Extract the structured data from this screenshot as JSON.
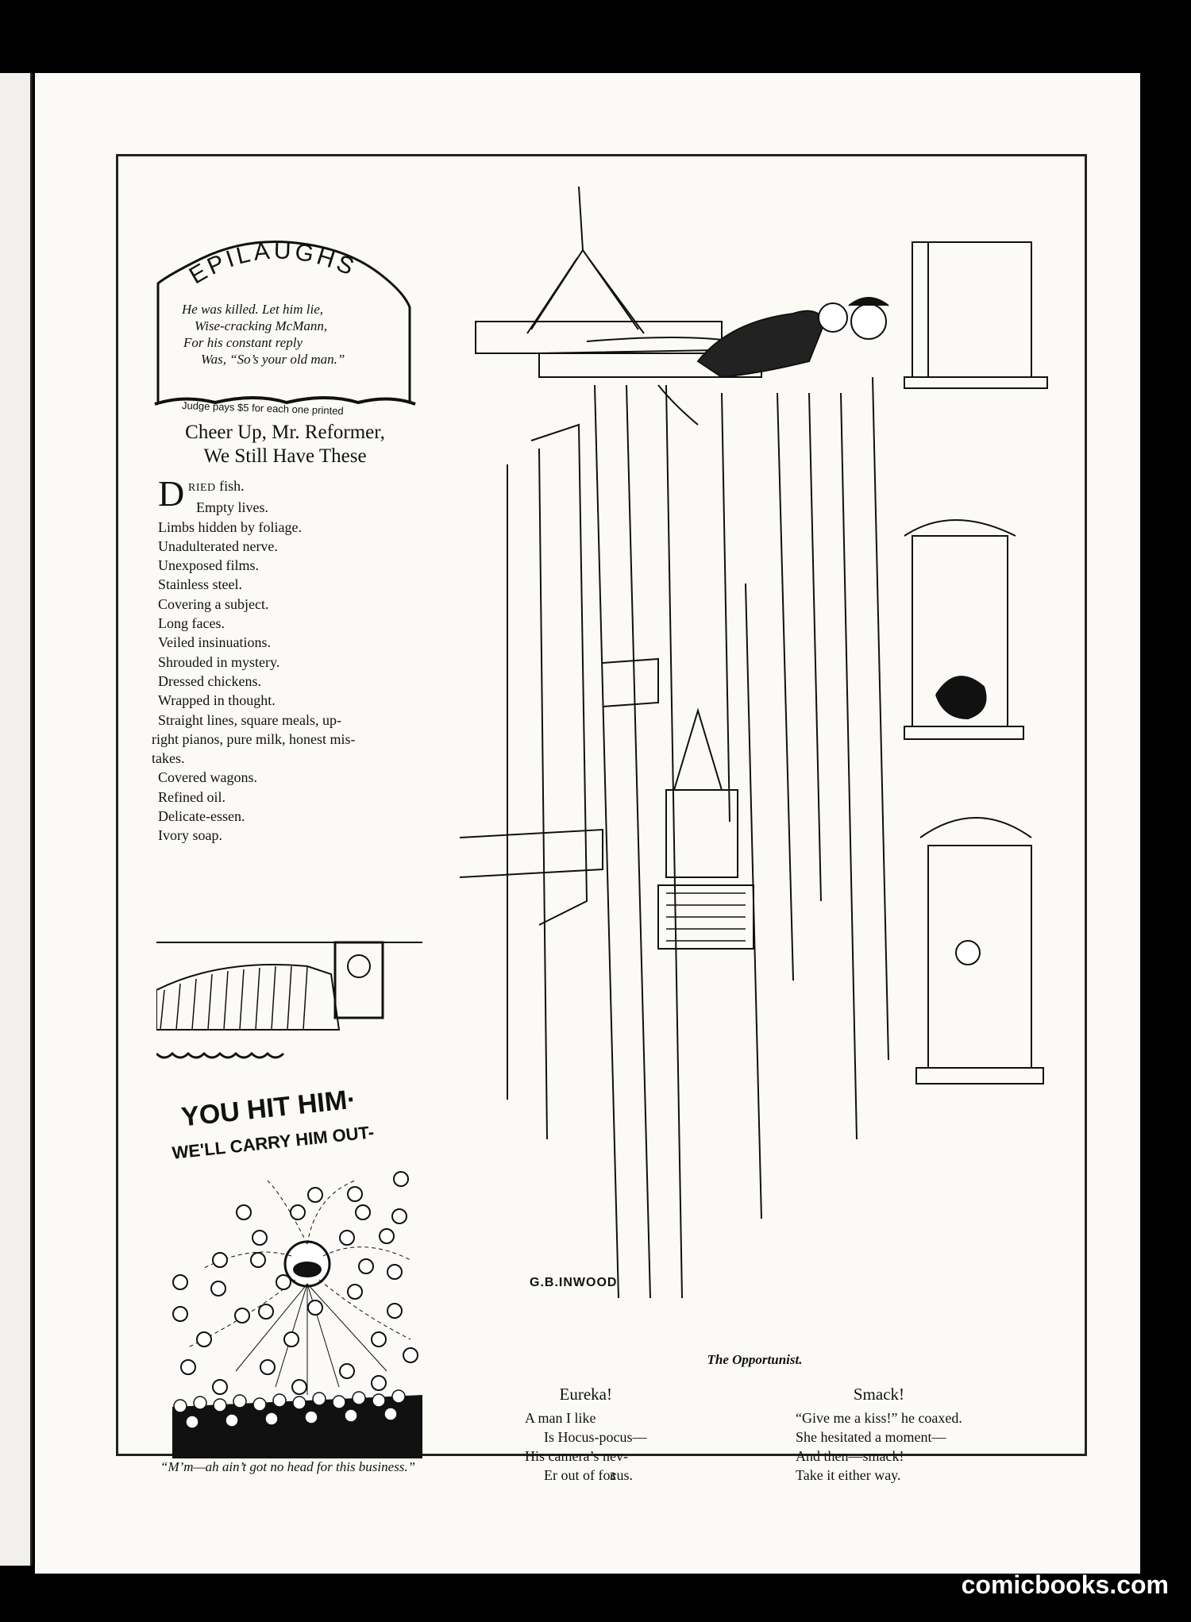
{
  "epilaughs": {
    "title": "EPILAUGHS",
    "poem": [
      "He was killed.   Let him lie,",
      "Wise-cracking McMann,",
      "For his constant reply",
      "Was, “So’s your old man.”"
    ],
    "footer": "Judge pays $5 for each one printed"
  },
  "reformer": {
    "headline_1": "Cheer Up, Mr. Reformer,",
    "headline_2": "We Still Have These",
    "dropcap": "D",
    "first_line_caps": "RIED",
    "first_line_rest": " fish.",
    "items": [
      "Empty lives.",
      "Limbs hidden by foliage.",
      "Unadulterated nerve.",
      "Unexposed films.",
      "Stainless steel.",
      "Covering a subject.",
      "Long faces.",
      "Veiled insinuations.",
      "Shrouded in mystery.",
      "Dressed chickens.",
      "Wrapped in thought.",
      "Straight  lines,  square  meals,  up-",
      "right pianos, pure milk, honest mis-",
      "takes.",
      "Covered wagons.",
      "Refined oil.",
      "Delicate-essen.",
      "Ivory soap."
    ]
  },
  "ball_cartoon": {
    "sign_1": "YOU HIT HIM·",
    "sign_2": "WE'LL CARRY HIM OUT-",
    "caption": "“M’m—ah ain’t got no head for this business.”"
  },
  "main_cartoon": {
    "signature": "G.B.INWOOD",
    "caption": "The Opportunist."
  },
  "eureka": {
    "title": "Eureka!",
    "lines": [
      "A man I like",
      "Is Hocus-pocus—",
      "His camera’s nev-",
      "Er out of focus."
    ]
  },
  "smack": {
    "title": "Smack!",
    "lines": [
      "“Give me a kiss!” he coaxed.",
      "She hesitated a moment—",
      "And then—smack!",
      "Take it either way."
    ]
  },
  "page_number": "3",
  "watermark": "comicbooks.com"
}
